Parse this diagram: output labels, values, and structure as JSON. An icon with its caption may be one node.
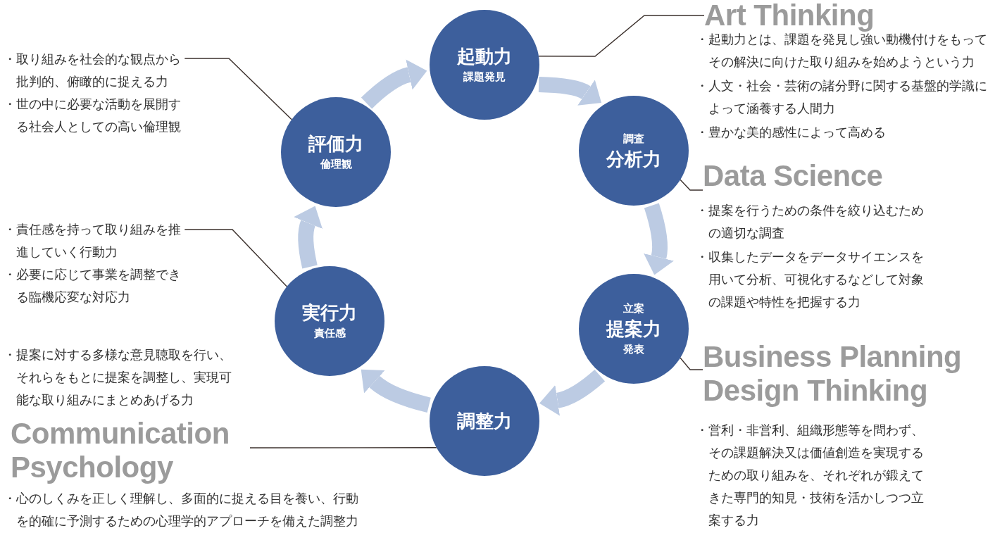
{
  "diagram": {
    "nodes": [
      {
        "text": [
          "起動力",
          "課題発見"
        ]
      },
      {
        "text": [
          "調査",
          "分析力"
        ]
      },
      {
        "text": [
          "立案",
          "提案力",
          "発表"
        ]
      },
      {
        "text": [
          "調整力"
        ]
      },
      {
        "text": [
          "実行力",
          "責任感"
        ]
      },
      {
        "text": [
          "評価力",
          "倫理観"
        ]
      },
      {
        "text": [
          "Art Thinking"
        ],
        "beside": [
          "・起動力とは、課題を発見し強い動機付けをもってその解決に向けた取り組みを始めようという力",
          "・人文・社会・芸術の諸分野に関する基盤的学識によって涵養する人間力",
          "・豊かな美的感性によって高める"
        ]
      },
      {
        "text": [
          "Data Science"
        ],
        "beside": [
          "・提案を行うための条件を絞り込むための適切な調査",
          "・収集したデータをデータサイエンスを用いて分析、可視化するなどして対象の課題や特性を把握する力"
        ]
      },
      {
        "text": [
          "Business Planning Design Thinking"
        ],
        "beside": [
          "・営利・非営利、組織形態等を問わず、その課題解決又は価値創造を実現するための取り組みを、それぞれが鍛えてきた専門的知見・技術を活かしつつ立案する力"
        ]
      },
      {
        "text": [
          "Communication Psychology"
        ],
        "beside": [
          "・提案に対する多様な意見聴取を行い、それらをもとに提案を調整し、実現可能な取り組みにまとめあげる力",
          "・心のしくみを正しく理解し、多面的に捉える目を養い、行動を的確に予測するための心理学的アプローチを備えた調整力"
        ]
      },
      {
        "text": [
          "・取り組みを社会的な観点から批判的、俯瞰的に捉える力",
          "・世の中に必要な活動を展開する社会人としての高い倫理観"
        ]
      },
      {
        "text": [
          "・責任感を持って取り組みを推進していく行動力",
          "・必要に応じて事業を調整できる臨機応変な対応力"
        ]
      }
    ],
    "edges": [
      {
        "from": 0,
        "to": 1,
        "arrow": "to",
        "style": "thick",
        "color": "#bccbe3"
      },
      {
        "from": 1,
        "to": 2,
        "arrow": "to",
        "style": "thick",
        "color": "#bccbe3"
      },
      {
        "from": 2,
        "to": 3,
        "arrow": "to",
        "style": "thick",
        "color": "#bccbe3"
      },
      {
        "from": 3,
        "to": 4,
        "arrow": "to",
        "style": "thick",
        "color": "#bccbe3"
      },
      {
        "from": 4,
        "to": 5,
        "arrow": "to",
        "style": "thick",
        "color": "#bccbe3"
      },
      {
        "from": 5,
        "to": 0,
        "arrow": "to",
        "style": "thick",
        "color": "#bccbe3"
      },
      {
        "from": 6,
        "to": 0,
        "arrow": "none",
        "color": "#3b302c"
      },
      {
        "from": 7,
        "to": 1,
        "arrow": "none",
        "color": "#3b302c"
      },
      {
        "from": 8,
        "to": 2,
        "arrow": "none",
        "color": "#3b302c"
      },
      {
        "from": 9,
        "to": 3,
        "arrow": "none",
        "color": "#3b302c"
      },
      {
        "from": 10,
        "to": 5,
        "arrow": "none",
        "color": "#3b302c"
      },
      {
        "from": 11,
        "to": 4,
        "arrow": "none",
        "color": "#3b302c"
      }
    ]
  }
}
